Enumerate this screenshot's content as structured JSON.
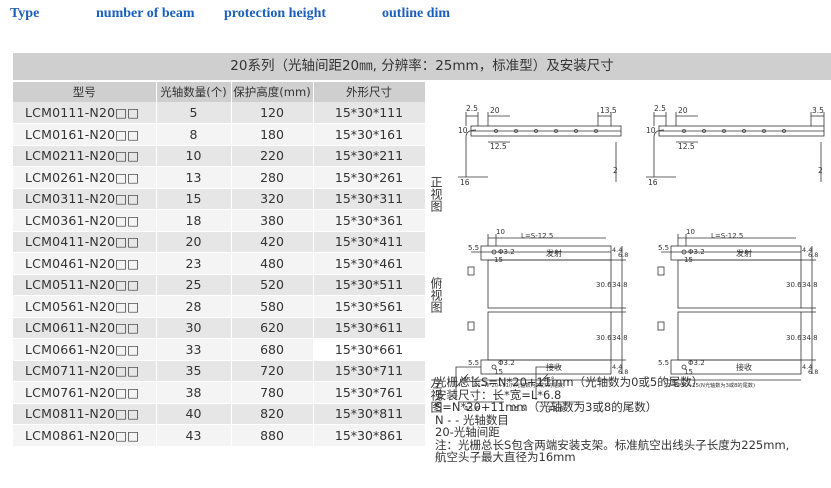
{
  "top_headers": {
    "type": "Type",
    "beam": "number of beam",
    "protection": "protection height",
    "outline": "outline dim"
  },
  "title": "20系列（光轴间距20㎜, 分辨率：25mm，标准型）及安装尺寸",
  "table": {
    "headers": [
      "型号",
      "光轴数量(个)",
      "保护高度(mm)",
      "外形尺寸"
    ],
    "rows": [
      [
        "LCM0111-N20□□",
        "5",
        "120",
        "15*30*111"
      ],
      [
        "LCM0161-N20□□",
        "8",
        "180",
        "15*30*161"
      ],
      [
        "LCM0211-N20□□",
        "10",
        "220",
        "15*30*211"
      ],
      [
        "LCM0261-N20□□",
        "13",
        "280",
        "15*30*261"
      ],
      [
        "LCM0311-N20□□",
        "15",
        "320",
        "15*30*311"
      ],
      [
        "LCM0361-N20□□",
        "18",
        "380",
        "15*30*361"
      ],
      [
        "LCM0411-N20□□",
        "20",
        "420",
        "15*30*411"
      ],
      [
        "LCM0461-N20□□",
        "23",
        "480",
        "15*30*461"
      ],
      [
        "LCM0511-N20□□",
        "25",
        "520",
        "15*30*511"
      ],
      [
        "LCM0561-N20□□",
        "28",
        "580",
        "15*30*561"
      ],
      [
        "LCM0611-N20□□",
        "30",
        "620",
        "15*30*611"
      ],
      [
        "LCM0661-N20□□",
        "33",
        "680",
        "15*30*661"
      ],
      [
        "LCM0711-N20□□",
        "35",
        "720",
        "15*30*711"
      ],
      [
        "LCM0761-N20□□",
        "38",
        "780",
        "15*30*761"
      ],
      [
        "LCM0811-N20□□",
        "40",
        "820",
        "15*30*811"
      ],
      [
        "LCM0861-N20□□",
        "43",
        "880",
        "15*30*861"
      ]
    ]
  },
  "views": {
    "front": "正视图",
    "top": "俯视图",
    "left": "左视图"
  },
  "drawing_labels": {
    "d25": "2.5",
    "d20": "20",
    "d135": "13.5",
    "d35": "3.5",
    "d125": "12.5",
    "d10": "10",
    "d16": "16",
    "d2": "2",
    "d55": "5.5",
    "phi32": "Φ3.2",
    "d15": "15",
    "l_formula": "L=S-12.5",
    "emit": "发射",
    "receive": "接收",
    "d306": "30.6",
    "d348": "34.8",
    "d44": "4.4",
    "d68": "6.8",
    "s1": "S1=N*20+11(N光轴数为0或5的尾数)",
    "s2": "S2=N*20+15(N光轴数为3或8的尾数)",
    "d456": "45.6",
    "d45deg": "45°",
    "d155": "15.5"
  },
  "notes": [
    "光栅总长S=N*20+11mm（光轴数为0或5的尾数）",
    "安装尺寸：长*宽=L*6.8",
    "S=N*20+11mm（光轴数为3或8的尾数）",
    "N - - 光轴数目",
    "20-光轴间距",
    "注：光栅总长S包含两端安装支架。标准航空出线头子长度为225mm,",
    "航空头子最大直径为16mm"
  ]
}
